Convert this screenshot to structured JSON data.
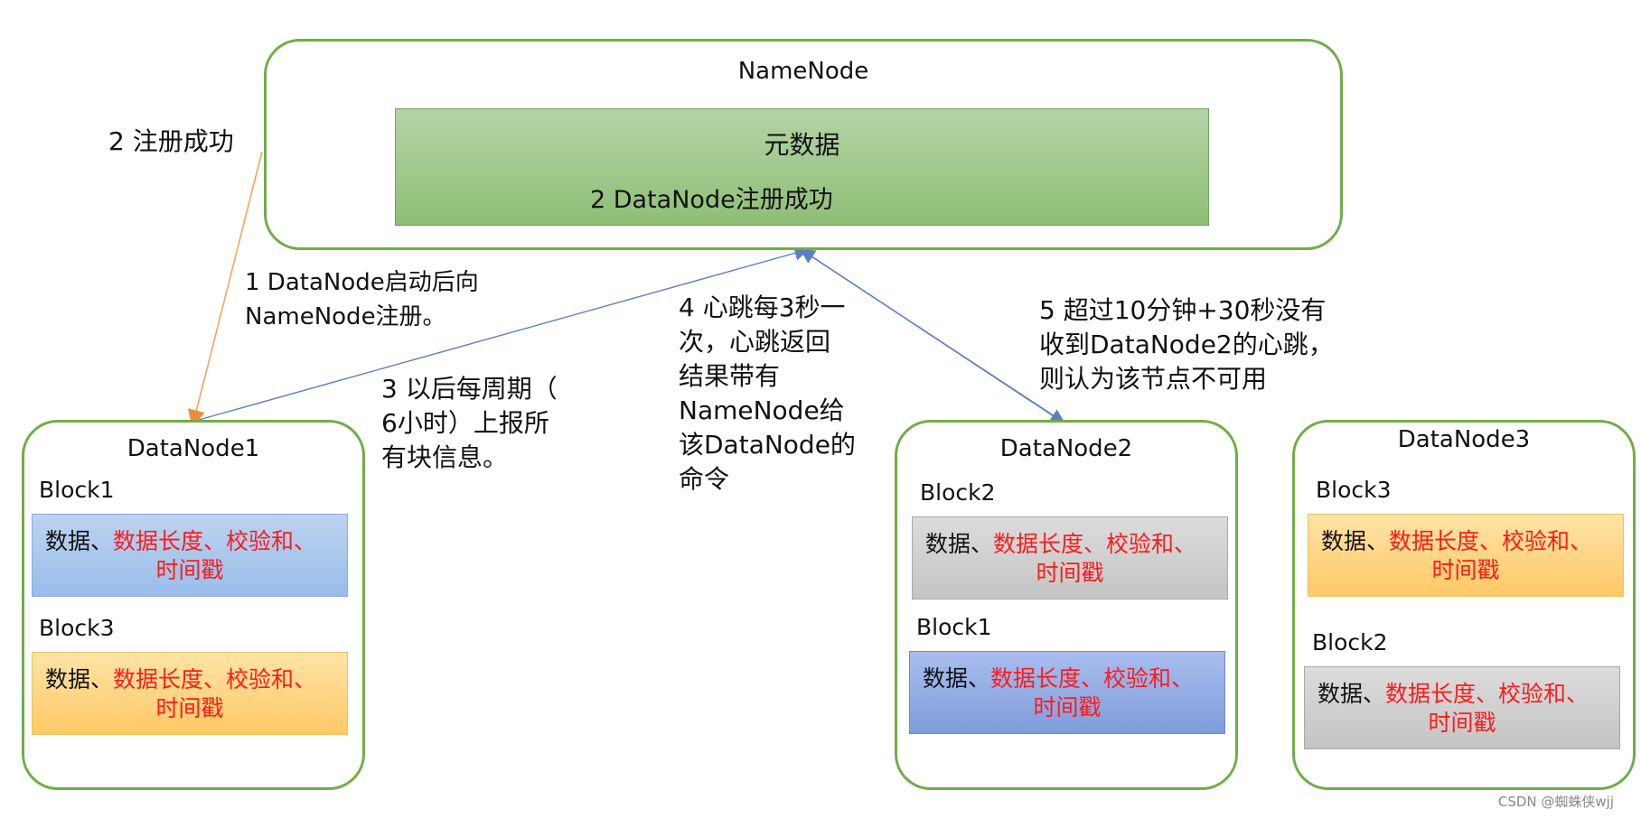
{
  "namenode": {
    "title": "NameNode",
    "metadata_title": "元数据",
    "metadata_sub": "2 DataNode注册成功"
  },
  "annotations": {
    "register_success": "2 注册成功",
    "step1_line1": "1 DataNode启动后向",
    "step1_line2": "NameNode注册。",
    "step3_line1": "3 以后每周期（",
    "step3_line2": "6小时）上报所",
    "step3_line3": "有块信息。",
    "step4_line1": "4 心跳每3秒一",
    "step4_line2": "次，心跳返回",
    "step4_line3": "结果带有",
    "step4_line4": "NameNode给",
    "step4_line5": "该DataNode的",
    "step4_line6": "命令",
    "step5_line1": "5 超过10分钟+30秒没有",
    "step5_line2": "收到DataNode2的心跳，",
    "step5_line3": "则认为该节点不可用"
  },
  "block_text": {
    "data": "数据、",
    "details": "数据长度、校验和、",
    "timestamp": "时间戳"
  },
  "datanodes": [
    {
      "title": "DataNode1",
      "blocks": [
        {
          "label": "Block1",
          "color": "#9fc1ea"
        },
        {
          "label": "Block3",
          "color": "#ffd27a"
        }
      ]
    },
    {
      "title": "DataNode2",
      "blocks": [
        {
          "label": "Block2",
          "color": "#c8c8c8"
        },
        {
          "label": "Block1",
          "color": "#8ea8e0"
        }
      ]
    },
    {
      "title": "DataNode3",
      "blocks": [
        {
          "label": "Block3",
          "color": "#ffd27a"
        },
        {
          "label": "Block2",
          "color": "#c8c8c8"
        }
      ]
    }
  ],
  "colors": {
    "node_border": "#70ad47",
    "register_arrow": "#f4a460",
    "heartbeat_arrow": "#5b7fbf",
    "highlight_text": "#ff1a1a"
  },
  "watermark": "CSDN @蜘蛛侠wjj"
}
